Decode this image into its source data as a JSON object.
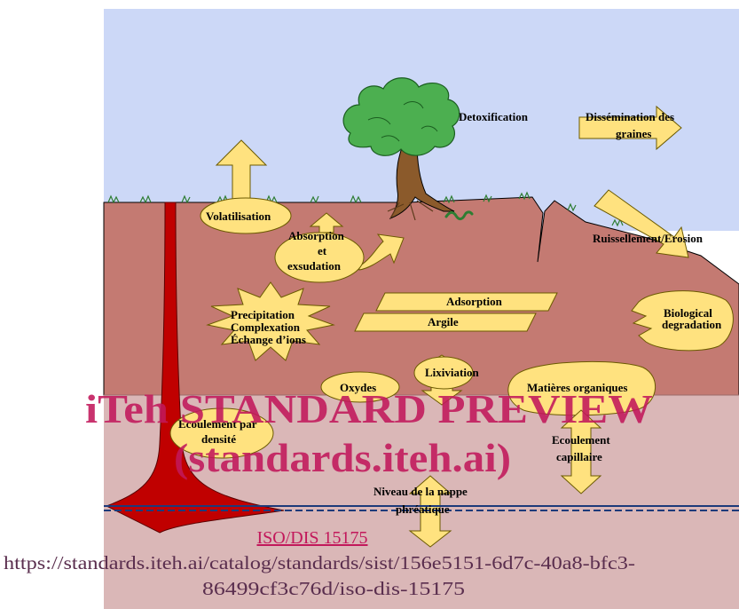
{
  "colors": {
    "sky": "#ccd8f7",
    "soil": "#c47a72",
    "groundwater": "#dab7b7",
    "plume": "#c00000",
    "shape_fill": "#ffe27f",
    "tree_foliage": "#4caf50",
    "trunk": "#8b5a2b",
    "water_table": "#1d3a7a",
    "watermark": "#c2185b"
  },
  "labels": {
    "detoxification": "Detoxification",
    "dissemination_1": "Dissémination des",
    "dissemination_2": "graines",
    "volatilisation": "Volatilisation",
    "absorption_1": "Absorption",
    "absorption_2": "et",
    "absorption_3": "exsudation",
    "ruissellement": "Ruissellement/Erosion",
    "adsorption": "Adsorption",
    "argile": "Argile",
    "precipitation": "Precipitation",
    "complexation": "Complexation",
    "echange": "Échange d’ions",
    "biological_1": "Biological",
    "biological_2": "degradation",
    "lixiviation": "Lixiviation",
    "oxydes": "Oxydes",
    "matieres": "Matières organiques",
    "ecoulement_densite_1": "Ecoulement par",
    "ecoulement_densite_2": "densité",
    "ecoulement_capillaire_1": "Ecoulement",
    "ecoulement_capillaire_2": "capillaire",
    "nappe_1": "Niveau de  la nappe",
    "nappe_2": "phréatique"
  },
  "watermark": {
    "title": "iTeh STANDARD PREVIEW",
    "subtitle": "(standards.iteh.ai)",
    "doc_id": "ISO/DIS 15175",
    "url_1": "https://standards.iteh.ai/catalog/standards/sist/156e5151-6d7c-40a8-bfc3-",
    "url_2": "86499cf3c76d/iso-dis-15175"
  },
  "icons": {
    "tree": "tree-icon",
    "worm": "worm-icon",
    "plume": "contaminant-plume-icon"
  }
}
